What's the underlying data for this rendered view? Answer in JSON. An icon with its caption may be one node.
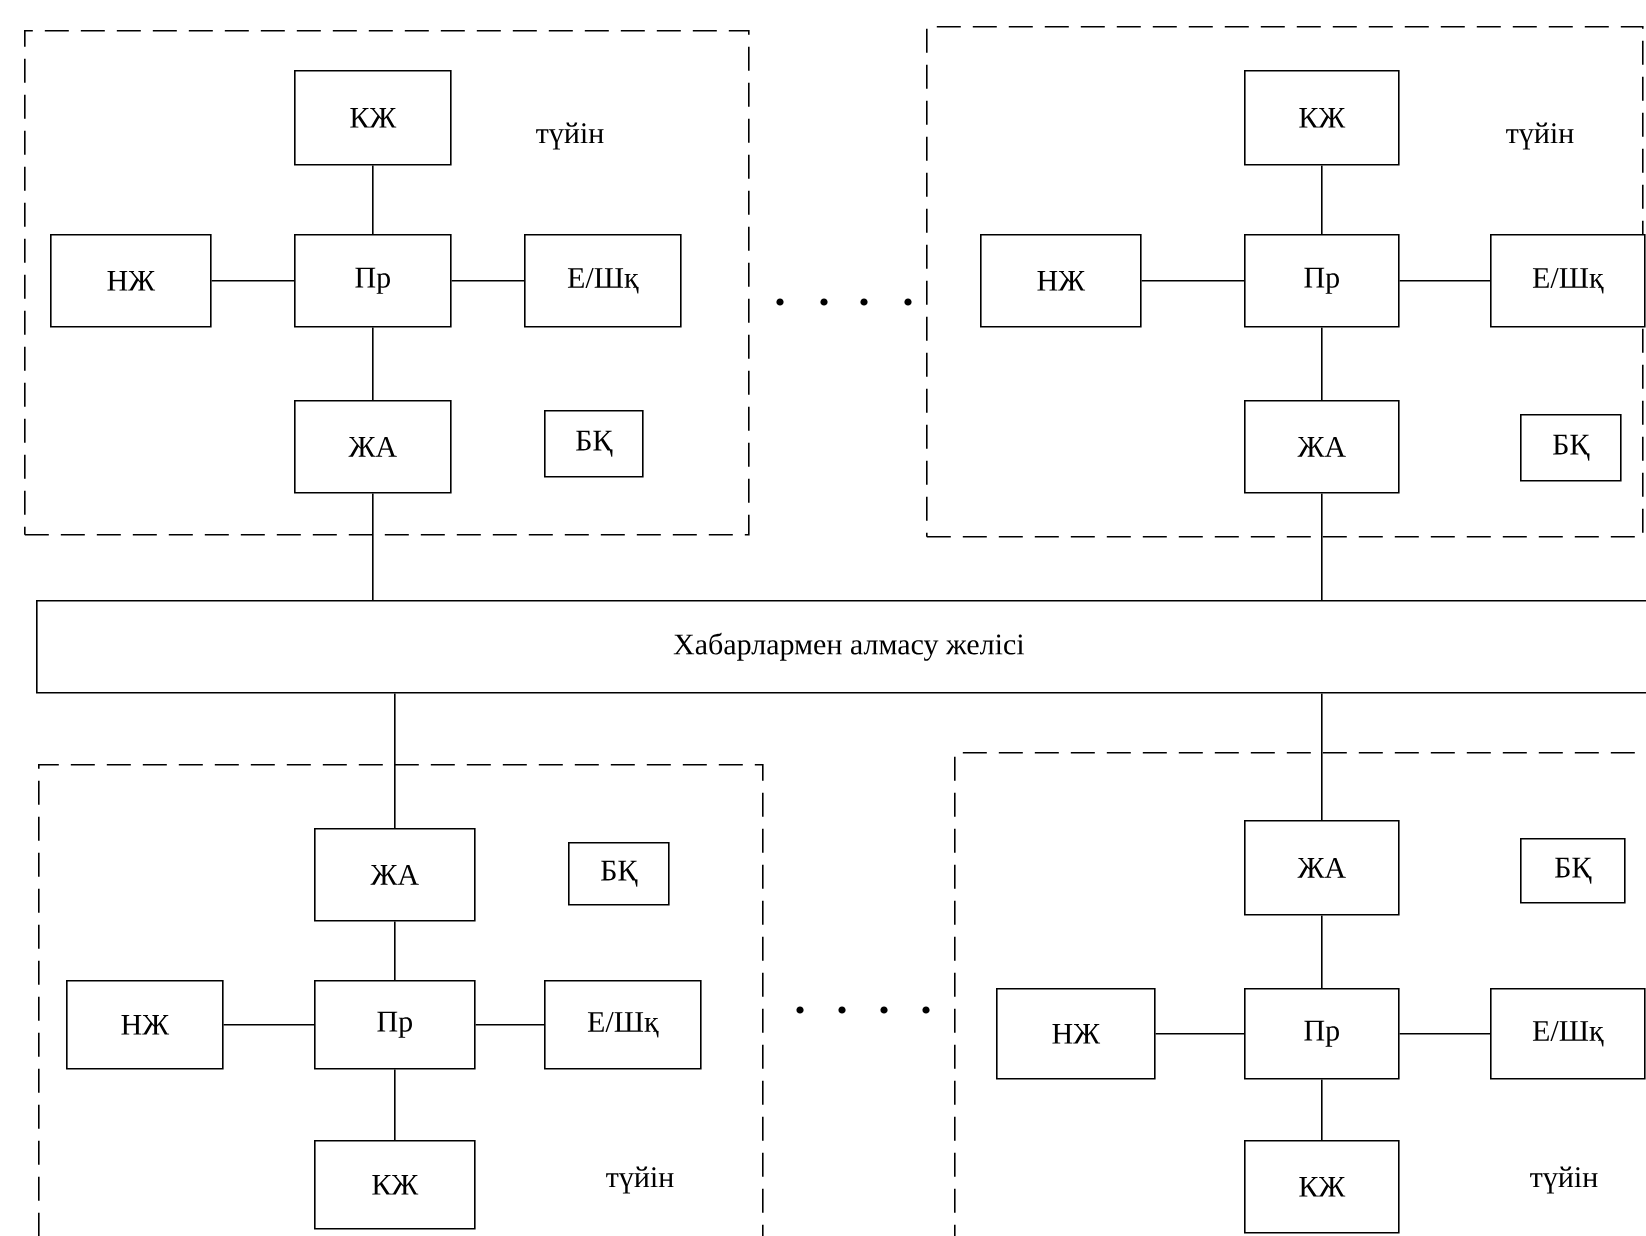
{
  "diagram": {
    "nodes": [
      {
        "text": [
          "түйін"
        ]
      },
      {
        "text": [
          "КЖ"
        ],
        "in": 0
      },
      {
        "text": [
          "НЖ"
        ],
        "in": 0
      },
      {
        "text": [
          "Пр"
        ],
        "in": 0
      },
      {
        "text": [
          "Е/Шқ"
        ],
        "in": 0
      },
      {
        "text": [
          "ЖА"
        ],
        "in": 0
      },
      {
        "text": [
          "БҚ"
        ],
        "in": 0
      },
      {
        "text": [
          "түйін"
        ]
      },
      {
        "text": [
          "КЖ"
        ],
        "in": 7
      },
      {
        "text": [
          "НЖ"
        ],
        "in": 7
      },
      {
        "text": [
          "Пр"
        ],
        "in": 7
      },
      {
        "text": [
          "Е/Шқ"
        ],
        "in": 7
      },
      {
        "text": [
          "ЖА"
        ],
        "in": 7
      },
      {
        "text": [
          "БҚ"
        ],
        "in": 7
      },
      {
        "text": [
          "Хабарлармен алмасу желісі"
        ]
      },
      {
        "text": [
          "түйін"
        ]
      },
      {
        "text": [
          "ЖА"
        ],
        "in": 15
      },
      {
        "text": [
          "БҚ"
        ],
        "in": 15
      },
      {
        "text": [
          "НЖ"
        ],
        "in": 15
      },
      {
        "text": [
          "Пр"
        ],
        "in": 15
      },
      {
        "text": [
          "Е/Шқ"
        ],
        "in": 15
      },
      {
        "text": [
          "КЖ"
        ],
        "in": 15
      },
      {
        "text": [
          "түйін"
        ]
      },
      {
        "text": [
          "ЖА"
        ],
        "in": 22
      },
      {
        "text": [
          "БҚ"
        ],
        "in": 22
      },
      {
        "text": [
          "НЖ"
        ],
        "in": 22
      },
      {
        "text": [
          "Пр"
        ],
        "in": 22
      },
      {
        "text": [
          "Е/Шқ"
        ],
        "in": 22
      },
      {
        "text": [
          "КЖ"
        ],
        "in": 22
      }
    ],
    "edges": [
      {
        "from": 1,
        "to": 3,
        "arrow": "none"
      },
      {
        "from": 2,
        "to": 3,
        "arrow": "none"
      },
      {
        "from": 3,
        "to": 4,
        "arrow": "none"
      },
      {
        "from": 3,
        "to": 5,
        "arrow": "none"
      },
      {
        "from": 5,
        "to": 14,
        "arrow": "none"
      },
      {
        "from": 8,
        "to": 10,
        "arrow": "none"
      },
      {
        "from": 9,
        "to": 10,
        "arrow": "none"
      },
      {
        "from": 10,
        "to": 11,
        "arrow": "none"
      },
      {
        "from": 10,
        "to": 12,
        "arrow": "none"
      },
      {
        "from": 12,
        "to": 14,
        "arrow": "none"
      },
      {
        "from": 14,
        "to": 16,
        "arrow": "none"
      },
      {
        "from": 16,
        "to": 19,
        "arrow": "none"
      },
      {
        "from": 18,
        "to": 19,
        "arrow": "none"
      },
      {
        "from": 19,
        "to": 20,
        "arrow": "none"
      },
      {
        "from": 19,
        "to": 21,
        "arrow": "none"
      },
      {
        "from": 14,
        "to": 23,
        "arrow": "none"
      },
      {
        "from": 23,
        "to": 26,
        "arrow": "none"
      },
      {
        "from": 25,
        "to": 26,
        "arrow": "none"
      },
      {
        "from": 26,
        "to": 27,
        "arrow": "none"
      },
      {
        "from": 26,
        "to": 28,
        "arrow": "none"
      }
    ]
  }
}
